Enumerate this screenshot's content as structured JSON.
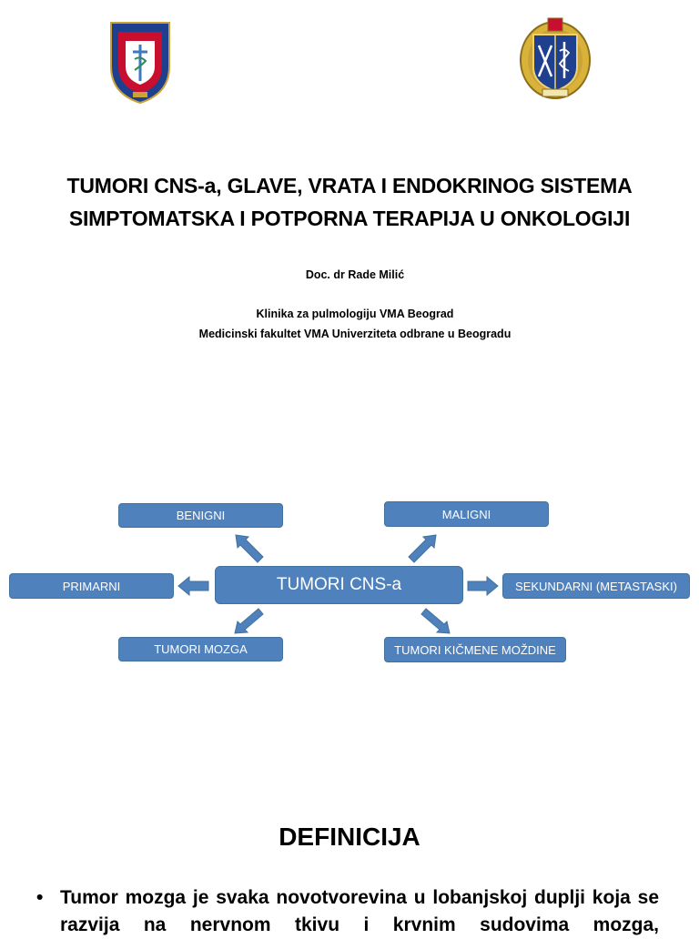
{
  "title": {
    "line1": "TUMORI CNS-a, GLAVE, VRATA I ENDOKRINOG SISTEMA",
    "line2": "SIMPTOMATSKA I POTPORNA TERAPIJA U ONKOLOGIJI"
  },
  "author": "Doc. dr Rade Milić",
  "affiliation": {
    "line1": "Klinika za pulmologiju VMA Beograd",
    "line2": "Medicinski fakultet VMA Univerziteta odbrane u Beogradu"
  },
  "diagram": {
    "center": "TUMORI CNS-a",
    "benigni": "BENIGNI",
    "maligni": "MALIGNI",
    "primarni": "PRIMARNI",
    "sekundarni": "SEKUNDARNI (METASTASKI)",
    "mozga": "TUMORI MOZGA",
    "kicmene": "TUMORI KIČMENE MOŽDINE"
  },
  "section": {
    "heading": "DEFINICIJA",
    "bullet": "Tumor mozga je svaka novotvorevina u lobanjskoj duplji koja se razvija na nervnom tkivu i krvnim sudovima mozga,"
  },
  "colors": {
    "box_fill": "#4f81bd",
    "box_border": "#41719c"
  }
}
